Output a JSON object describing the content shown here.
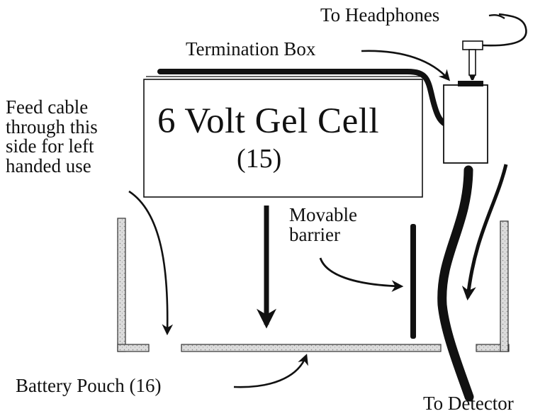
{
  "labels": {
    "to_headphones": "To Headphones",
    "termination_box": "Termination Box",
    "feed_cable": [
      "Feed cable",
      "through this",
      "side for left",
      "handed use"
    ],
    "battery_title": "6 Volt Gel Cell",
    "battery_number": "(15)",
    "movable_barrier": [
      "Movable",
      "barrier"
    ],
    "battery_pouch": "Battery Pouch (16)",
    "to_detector": "To Detector"
  },
  "colors": {
    "ink": "#111111",
    "pouch_fill": "#d9d9d9",
    "background": "#ffffff"
  }
}
